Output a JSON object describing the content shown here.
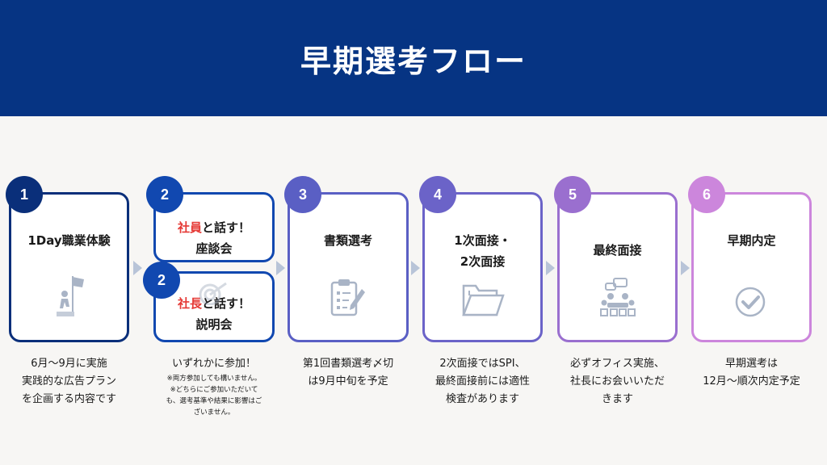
{
  "header": {
    "title": "早期選考フロー"
  },
  "steps": [
    {
      "number": "1",
      "title": "1Day職業体験",
      "icon": "flag-climb-icon",
      "desc_lines": [
        "6月〜9月に実施",
        "実践的な広告プラン",
        "を企画する内容です"
      ]
    },
    {
      "number": "2",
      "cards": [
        {
          "number": "2",
          "title_em": "社員",
          "title_rest": "と話す！",
          "title_line2": "座談会"
        },
        {
          "number": "2",
          "title_em": "社長",
          "title_rest": "と話す！",
          "title_line2": "説明会",
          "icon": "target-icon"
        }
      ],
      "desc_lines": [
        "いずれかに参加！"
      ],
      "note_lines": [
        "※両方参加しても構いません。",
        "※どちらにご参加いただいて",
        "も、選考基準や結果に影響はご",
        "ざいません。"
      ]
    },
    {
      "number": "3",
      "title": "書類選考",
      "icon": "clipboard-icon",
      "desc_lines": [
        "第1回書類選考〆切",
        "は9月中旬を予定"
      ]
    },
    {
      "number": "4",
      "title_line1": "1次面接・",
      "title_line2": "2次面接",
      "icon": "folder-icon",
      "desc_lines": [
        "2次面接ではSPI、",
        "最終面接前には適性",
        "検査があります"
      ]
    },
    {
      "number": "5",
      "title": "最終面接",
      "icon": "meeting-icon",
      "desc_lines": [
        "必ずオフィス実施、",
        "社長にお会いいただ",
        "きます"
      ]
    },
    {
      "number": "6",
      "title": "早期内定",
      "icon": "check-circle-icon",
      "desc_lines": [
        "早期選考は",
        "12月〜順次内定予定"
      ]
    }
  ],
  "colors": {
    "header": "#063483",
    "step1": "#0a2f7a",
    "step2": "#1148b0",
    "step3": "#5a5fc4",
    "step4": "#6b63c8",
    "step5": "#9a6fcf",
    "step6": "#cc86dc",
    "arrow": "#b8c4d8",
    "highlight": "#e53935"
  }
}
